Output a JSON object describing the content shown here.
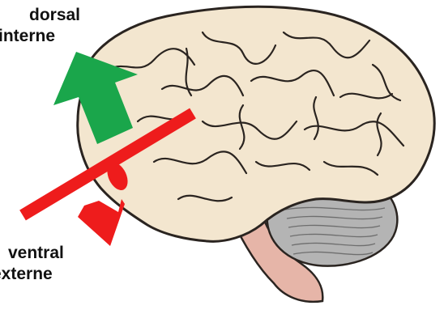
{
  "labels": {
    "top_line1": "dorsal",
    "top_line2": "interne",
    "bottom_line1": "ventral",
    "bottom_line2": "externe"
  },
  "arrows": {
    "dorsal_color": "#1aa64b",
    "ventral_color": "#ee1c1c",
    "axis_color": "#ee1c1c"
  },
  "brain": {
    "cortex_fill": "#f3e6cf",
    "cortex_outline": "#2a2420",
    "cerebellum_fill": "#b4b4b4",
    "brainstem_fill": "#e6b5a8"
  }
}
